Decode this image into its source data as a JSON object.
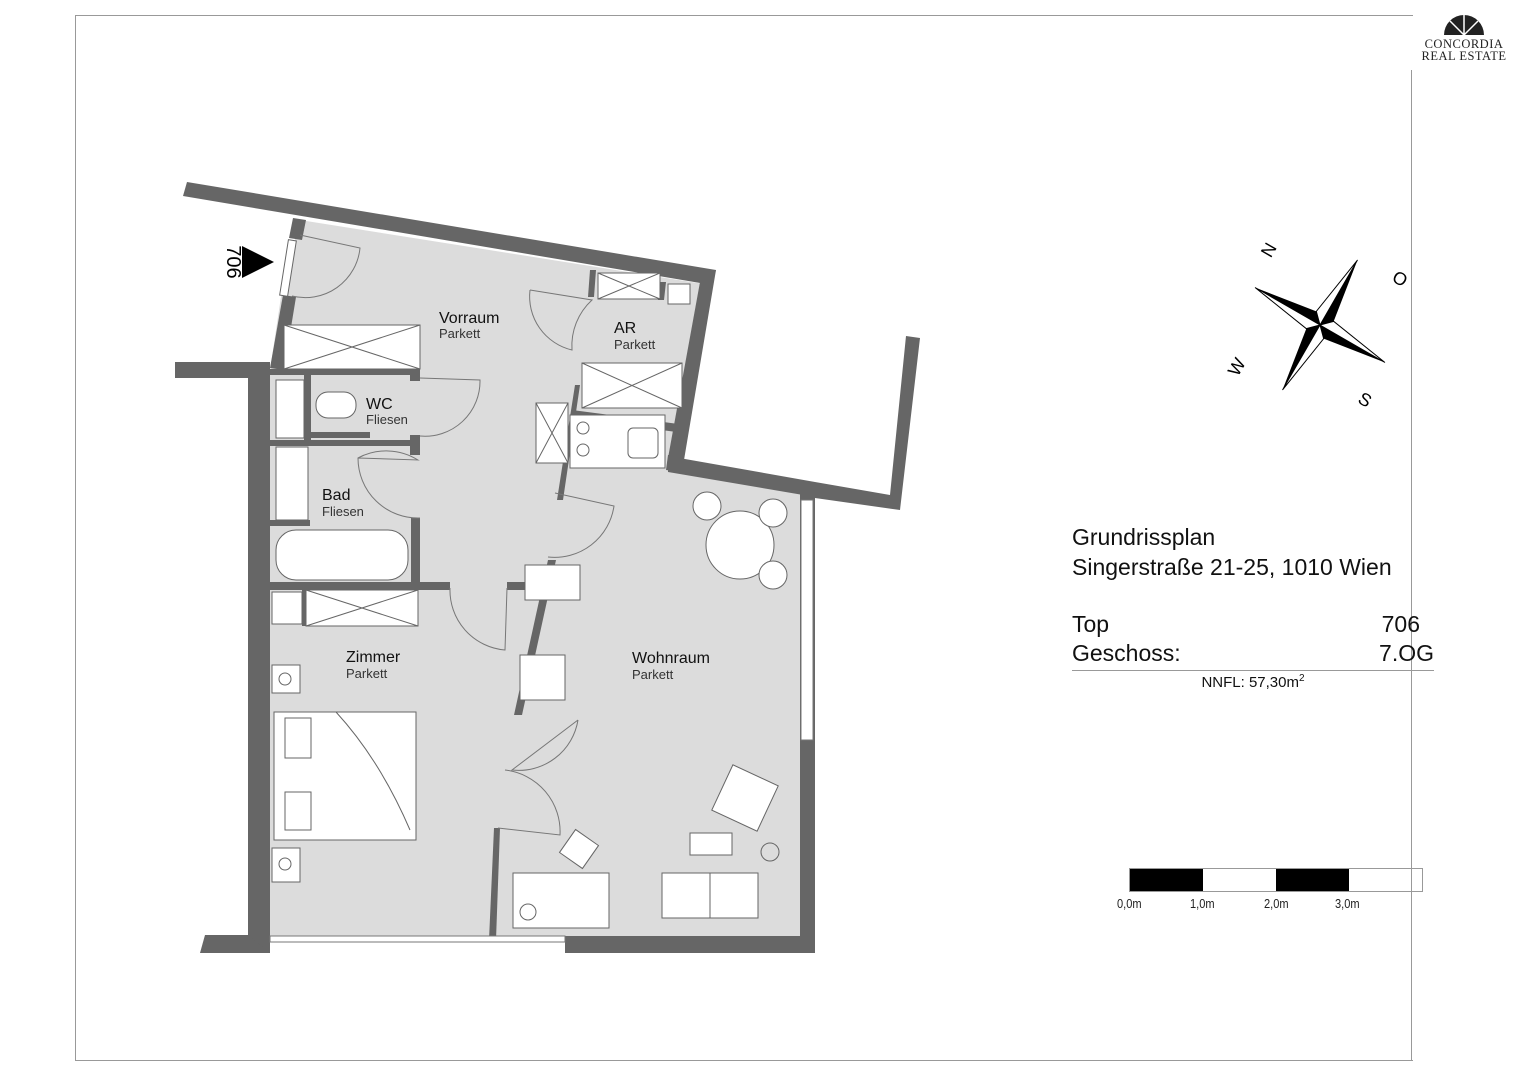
{
  "logo": {
    "line1": "CONCORDIA",
    "line2": "REAL ESTATE"
  },
  "entrance_marker": "706",
  "rooms": [
    {
      "name": "Vorraum",
      "floor": "Parkett"
    },
    {
      "name": "AR",
      "floor": "Parkett"
    },
    {
      "name": "WC",
      "floor": "Fliesen"
    },
    {
      "name": "Bad",
      "floor": "Fliesen"
    },
    {
      "name": "Zimmer",
      "floor": "Parkett"
    },
    {
      "name": "Wohnraum",
      "floor": "Parkett"
    }
  ],
  "compass": {
    "n": "N",
    "o": "O",
    "s": "S",
    "w": "W"
  },
  "info": {
    "title": "Grundrissplan",
    "address": "Singerstraße 21-25, 1010 Wien",
    "top_label": "Top",
    "top_value": "706",
    "floor_label": "Geschoss:",
    "floor_value": "7.OG",
    "area_label": "NNFL: 57,30m",
    "area_sup": "2"
  },
  "scale_bar": {
    "labels": [
      "0,0m",
      "1,0m",
      "2,0m",
      "3,0m"
    ]
  },
  "colors": {
    "wall": "#666666",
    "floor": "#dcdcdc",
    "line": "#555555"
  }
}
